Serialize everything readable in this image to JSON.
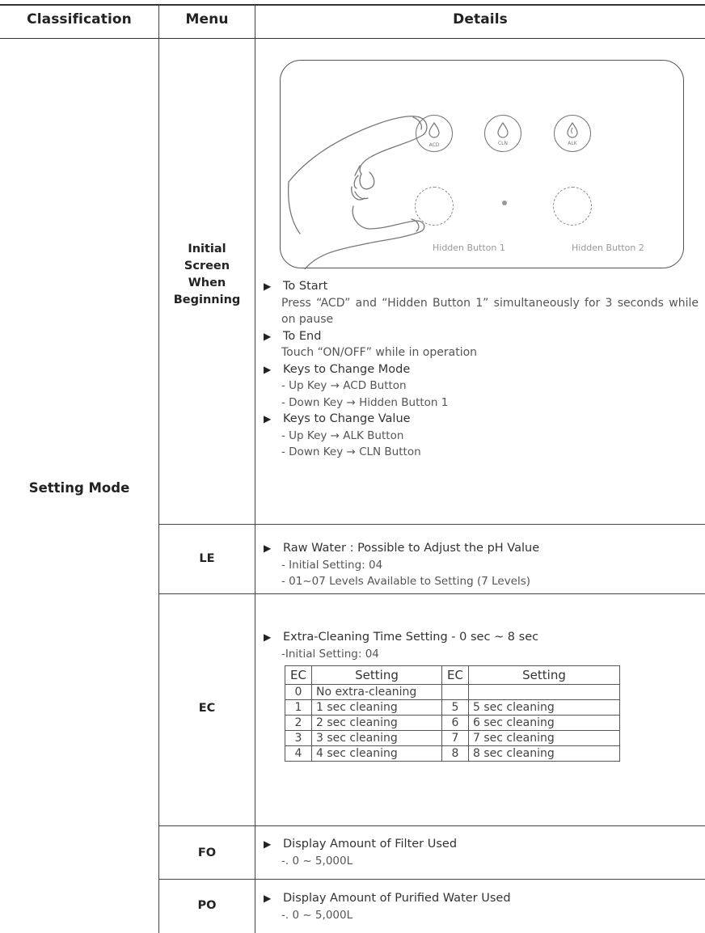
{
  "header": {
    "classification": "Classification",
    "menu": "Menu",
    "details": "Details"
  },
  "classification": "Setting Mode",
  "rows": {
    "initial": {
      "menu": [
        "Initial",
        "Screen",
        "When",
        "Beginning"
      ],
      "panel": {
        "buttons": [
          "ACD",
          "CLN",
          "ALK"
        ],
        "hidden_1": "Hidden Button 1",
        "hidden_2": "Hidden Button 2"
      },
      "to_start_title": "To Start",
      "to_start_body": "Press “ACD” and “Hidden Button 1” simultaneously for 3 seconds while on pause",
      "to_end_title": "To End",
      "to_end_body": "Touch “ON/OFF” while in operation",
      "keys_mode_title": "Keys to Change Mode",
      "keys_mode_items": [
        "- Up Key → ACD Button",
        "- Down Key → Hidden Button 1"
      ],
      "keys_value_title": "Keys to Change Value",
      "keys_value_items": [
        "- Up Key → ALK Button",
        "- Down Key →  CLN Button"
      ]
    },
    "le": {
      "menu": "LE",
      "title": "Raw Water : Possible to Adjust the pH Value",
      "items": [
        "- Initial Setting: 04",
        "- 01~07 Levels Available to Setting (7 Levels)"
      ]
    },
    "ec": {
      "menu": "EC",
      "title": "Extra-Cleaning Time Setting - 0 sec ~ 8 sec",
      "initial": "-Initial Setting: 04",
      "table_headers": [
        "EC",
        "Setting",
        "EC",
        "Setting"
      ],
      "table_rows": [
        [
          "0",
          "No extra-cleaning",
          "",
          ""
        ],
        [
          "1",
          "1 sec cleaning",
          "5",
          "5 sec cleaning"
        ],
        [
          "2",
          "2 sec cleaning",
          "6",
          "6 sec cleaning"
        ],
        [
          "3",
          "3 sec cleaning",
          "7",
          "7 sec cleaning"
        ],
        [
          "4",
          "4 sec cleaning",
          "8",
          "8 sec cleaning"
        ]
      ]
    },
    "fo": {
      "menu": "FO",
      "title": "Display Amount of Filter Used",
      "value": "-. 0 ~ 5,000L"
    },
    "po": {
      "menu": "PO",
      "title": "Display Amount of Purified Water Used",
      "value": "-. 0 ~ 5,000L"
    }
  }
}
